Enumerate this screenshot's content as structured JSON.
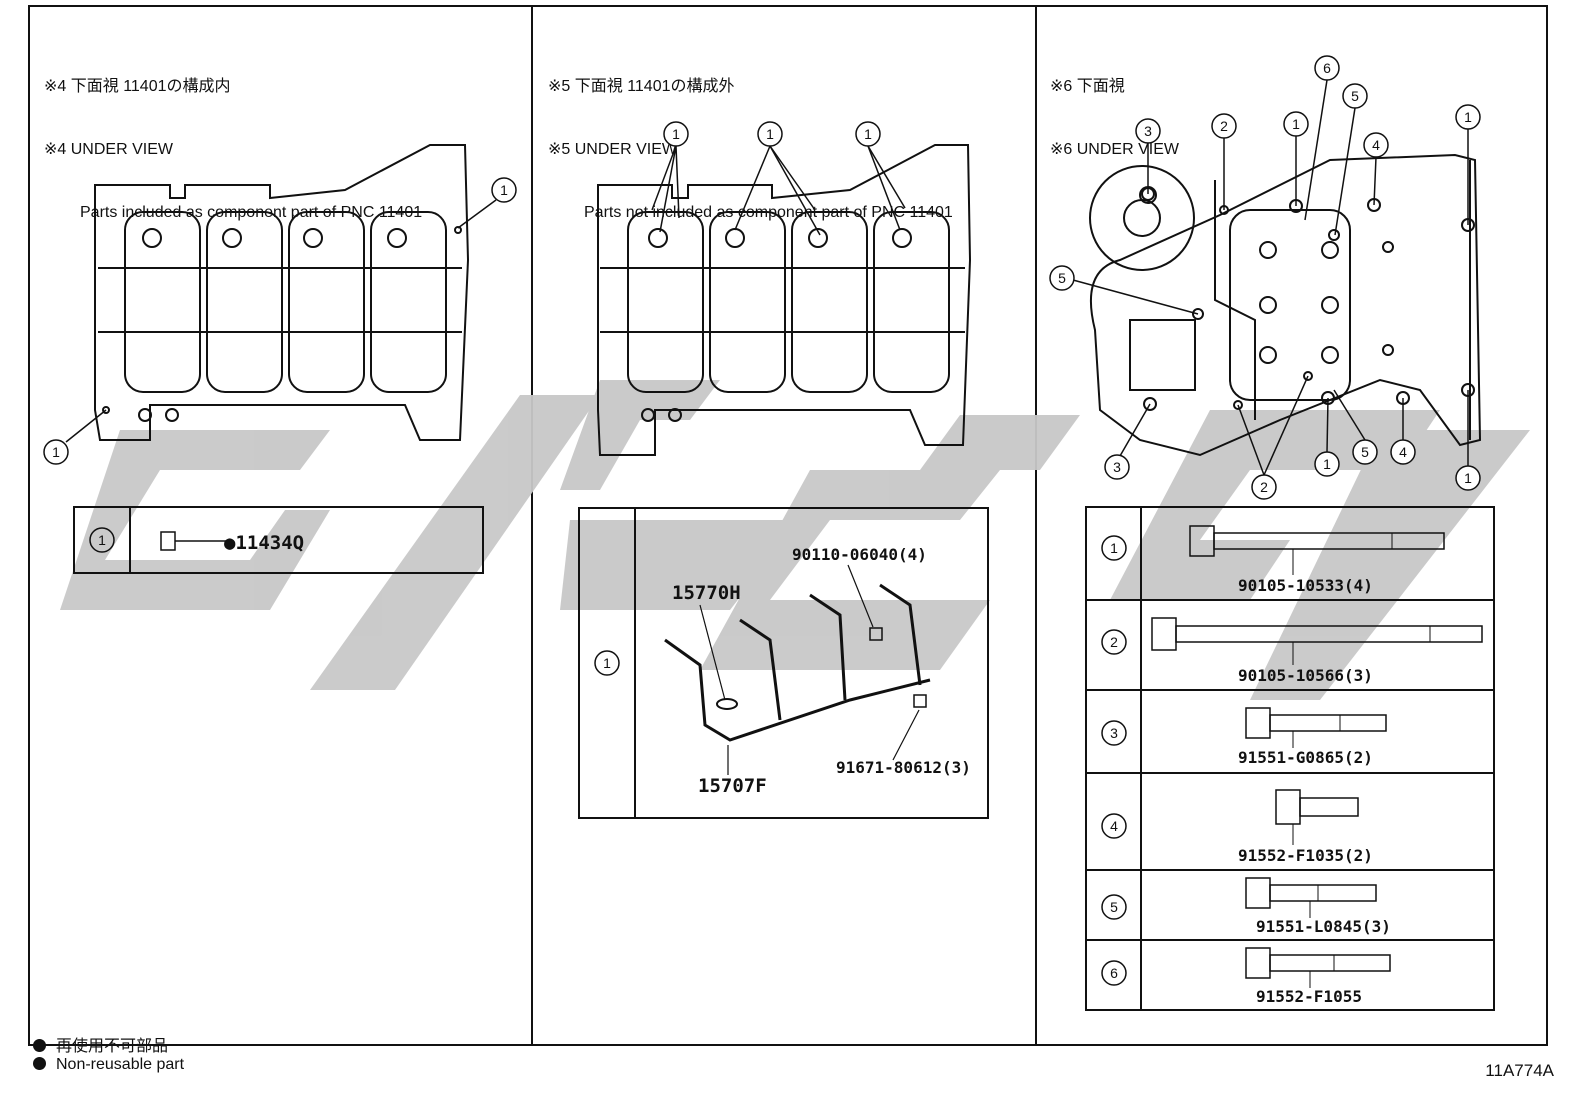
{
  "panels": [
    {
      "header_jp": "※4 下面視 11401の構成内",
      "header_en": "※4 UNDER VIEW",
      "header_sub": "Parts included as component part of PNC 11401"
    },
    {
      "header_jp": "※5 下面視 11401の構成外",
      "header_en": "※5 UNDER VIEW",
      "header_sub": "Parts not included as component part of PNC 11401"
    },
    {
      "header_jp": "※6 下面視",
      "header_en": "※6 UNDER VIEW",
      "header_sub": ""
    }
  ],
  "panel1_table": {
    "row_num": "1",
    "part": "●11434Q"
  },
  "panel2_table": {
    "row_num": "1",
    "parts": [
      "90110-06040(4)",
      "15770H",
      "15707F",
      "91671-80612(3)"
    ]
  },
  "panel3_table": [
    {
      "num": "1",
      "part": "90105-10533(4)"
    },
    {
      "num": "2",
      "part": "90105-10566(3)"
    },
    {
      "num": "3",
      "part": "91551-G0865(2)"
    },
    {
      "num": "4",
      "part": "91552-F1035(2)"
    },
    {
      "num": "5",
      "part": "91551-L0845(3)"
    },
    {
      "num": "6",
      "part": "91552-F1055"
    }
  ],
  "callouts": {
    "p1": [
      "1",
      "1"
    ],
    "p2": [
      "1",
      "1",
      "1"
    ],
    "p3": [
      "6",
      "5",
      "3",
      "2",
      "1",
      "4",
      "1",
      "5",
      "3",
      "1",
      "5",
      "4",
      "1",
      "2"
    ]
  },
  "legend": {
    "jp": "再使用不可部品",
    "en": "Non-reusable part"
  },
  "diagram_code": "11A774A",
  "colors": {
    "line": "#111111",
    "watermark": "#c8c8c8"
  }
}
